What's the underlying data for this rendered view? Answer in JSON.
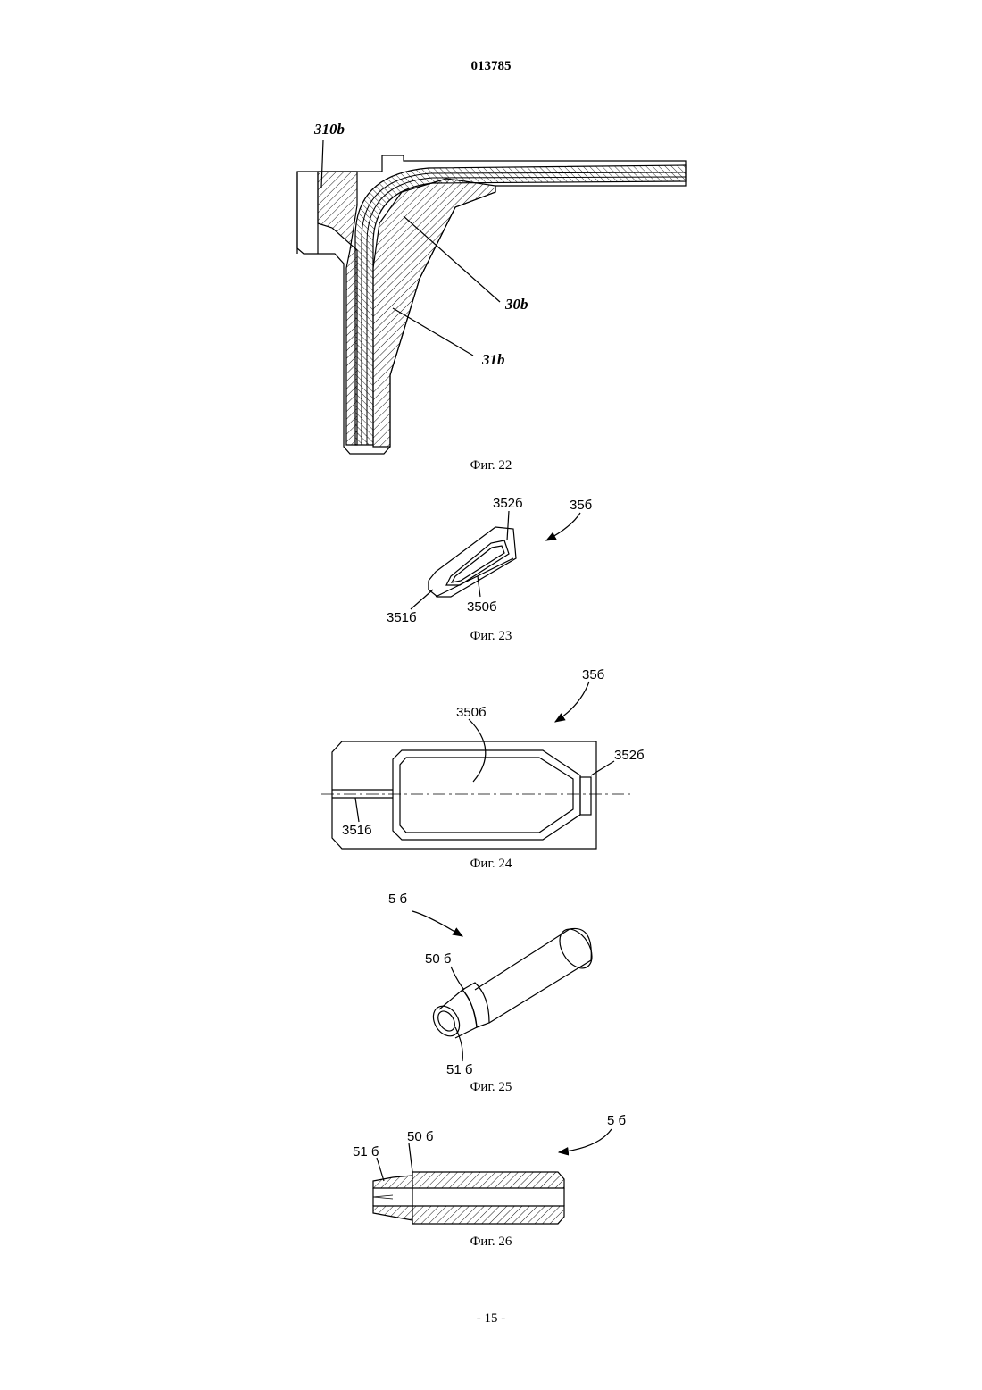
{
  "header": {
    "doc_number": "013785"
  },
  "footer": {
    "page_number": "- 15 -"
  },
  "figures": {
    "fig22": {
      "caption": "Фиг. 22",
      "labels": {
        "l310b": "310b",
        "l30b": "30b",
        "l31b": "31b"
      }
    },
    "fig23": {
      "caption": "Фиг. 23",
      "labels": {
        "l35b": "35б",
        "l352b": "352б",
        "l350b": "350б",
        "l351b": "351б"
      }
    },
    "fig24": {
      "caption": "Фиг. 24",
      "labels": {
        "l35b": "35б",
        "l350b": "350б",
        "l352b": "352б",
        "l351b": "351б"
      }
    },
    "fig25": {
      "caption": "Фиг. 25",
      "labels": {
        "l5b": "5 б",
        "l50b": "50 б",
        "l51b": "51 б"
      }
    },
    "fig26": {
      "caption": "Фиг. 26",
      "labels": {
        "l5b": "5 б",
        "l50b": "50 б",
        "l51b": "51 б"
      }
    }
  }
}
